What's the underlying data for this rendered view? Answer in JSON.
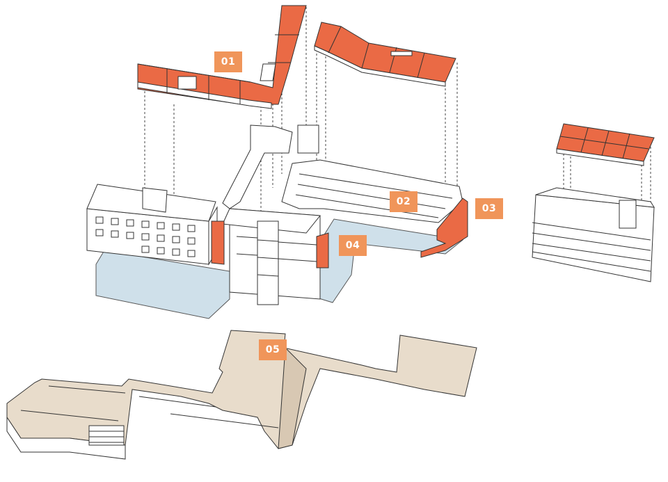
{
  "labels": {
    "l01": "01",
    "l02": "02",
    "l03": "03",
    "l04": "04",
    "l05": "05"
  },
  "colors": {
    "roof_orange": "#ea6a45",
    "label_orange": "#f0955a",
    "glass_blue": "#cfe0ea",
    "platform_beige": "#e8dccb",
    "line": "#333333",
    "white": "#ffffff"
  }
}
